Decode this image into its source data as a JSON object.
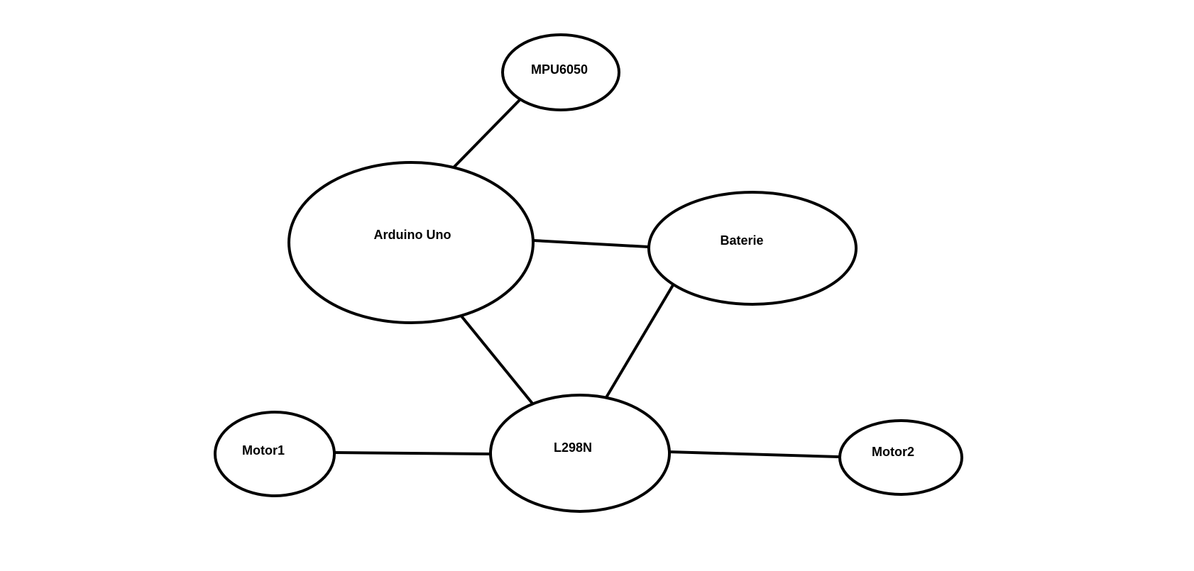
{
  "diagram": {
    "nodes": {
      "mpu6050": {
        "label": "MPU6050"
      },
      "arduino": {
        "label": "Arduino Uno"
      },
      "baterie": {
        "label": "Baterie"
      },
      "l298n": {
        "label": "L298N"
      },
      "motor1": {
        "label": "Motor1"
      },
      "motor2": {
        "label": "Motor2"
      }
    },
    "edges": [
      {
        "from": "mpu6050",
        "to": "arduino"
      },
      {
        "from": "arduino",
        "to": "baterie"
      },
      {
        "from": "arduino",
        "to": "l298n"
      },
      {
        "from": "baterie",
        "to": "l298n"
      },
      {
        "from": "motor1",
        "to": "l298n"
      },
      {
        "from": "l298n",
        "to": "motor2"
      }
    ],
    "colors": {
      "stroke": "#000000",
      "fill": "#ffffff",
      "background": "#ffffff"
    }
  }
}
